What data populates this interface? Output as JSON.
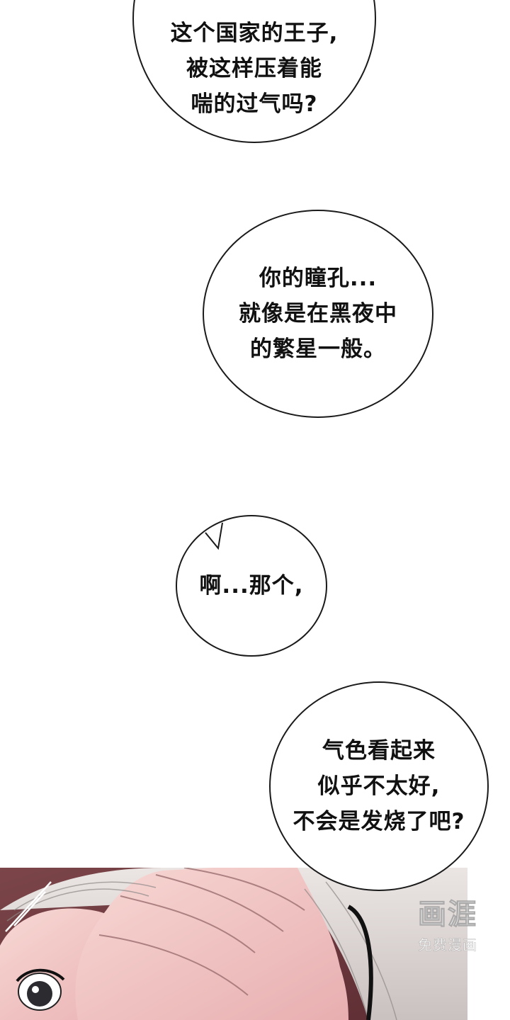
{
  "panels": {
    "bubble_1": {
      "lines": [
        "这个国家的王子,",
        "被这样压着能",
        "喘的过气吗?"
      ]
    },
    "bubble_2": {
      "lines": [
        "你的瞳孔...",
        "就像是在黑夜中",
        "的繁星一般。"
      ]
    },
    "bubble_3": {
      "lines": [
        "啊...那个,"
      ]
    },
    "bubble_4": {
      "lines": [
        "气色看起来",
        "似乎不太好,",
        "不会是发烧了吧?"
      ]
    }
  },
  "watermark": {
    "logo_text": "画涯",
    "subtitle": "免费漫画"
  },
  "colors": {
    "background": "#ffffff",
    "bubble_border": "#1a1a1a",
    "text": "#111111",
    "artwork_backdrop": "#6e3a3e",
    "skin": "#f2c9c6"
  }
}
